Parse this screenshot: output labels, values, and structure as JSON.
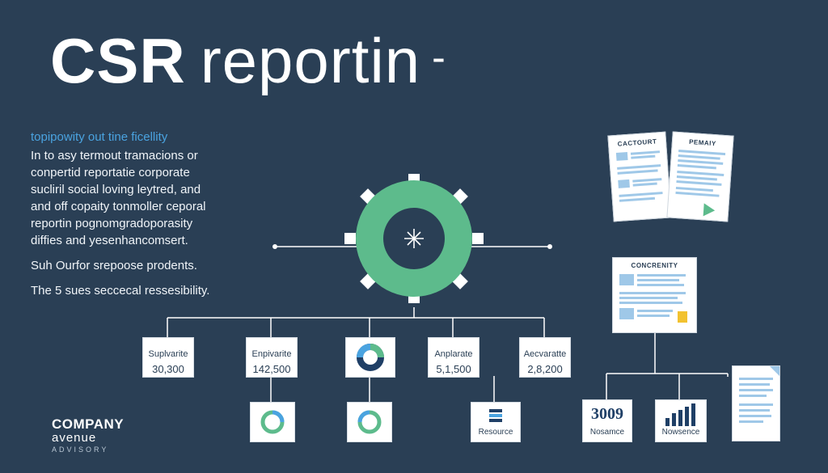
{
  "title": {
    "main": "CSR",
    "rest": "reportin",
    "dash": "-"
  },
  "intro": {
    "lead": "topipowity out tine ficellity",
    "paragraph_lines": [
      "In to asy termout tramacions or",
      "conpertid reportatie corporate",
      "sucliril social loving leytred, and",
      "and off copaity tonmoller ceporal",
      "reportin pognomgradoporasity",
      "diffies and yesenhancomsert."
    ],
    "line2": "Suh Ourfor srepoose prodents.",
    "line3": "The 5 sues seccecal ressesibility."
  },
  "brand": {
    "line1": "COMPANY",
    "line2": "avenue",
    "line3": "ADVISORY"
  },
  "metrics": [
    {
      "label": "Suplvarite",
      "value": "30,300"
    },
    {
      "label": "Enpivarite",
      "value": "142,500"
    },
    {
      "label": "Anplarate",
      "value": "5,1,500"
    },
    {
      "label": "Aecvaratte",
      "value": "2,8,200"
    }
  ],
  "bottom_cards": {
    "resource": "Resource",
    "stat_value": "3009",
    "stat_caption": "Nosamce",
    "bars_caption": "Nowsence"
  },
  "documents": {
    "open_left": "CACTOURT",
    "open_right": "PEMAIY",
    "report": "CONCRENITY"
  },
  "colors": {
    "background": "#2a3f55",
    "accent_green": "#5dbb8c",
    "accent_blue": "#4aa3e0",
    "dark_navy": "#1f3f66",
    "line": "#ffffff"
  }
}
